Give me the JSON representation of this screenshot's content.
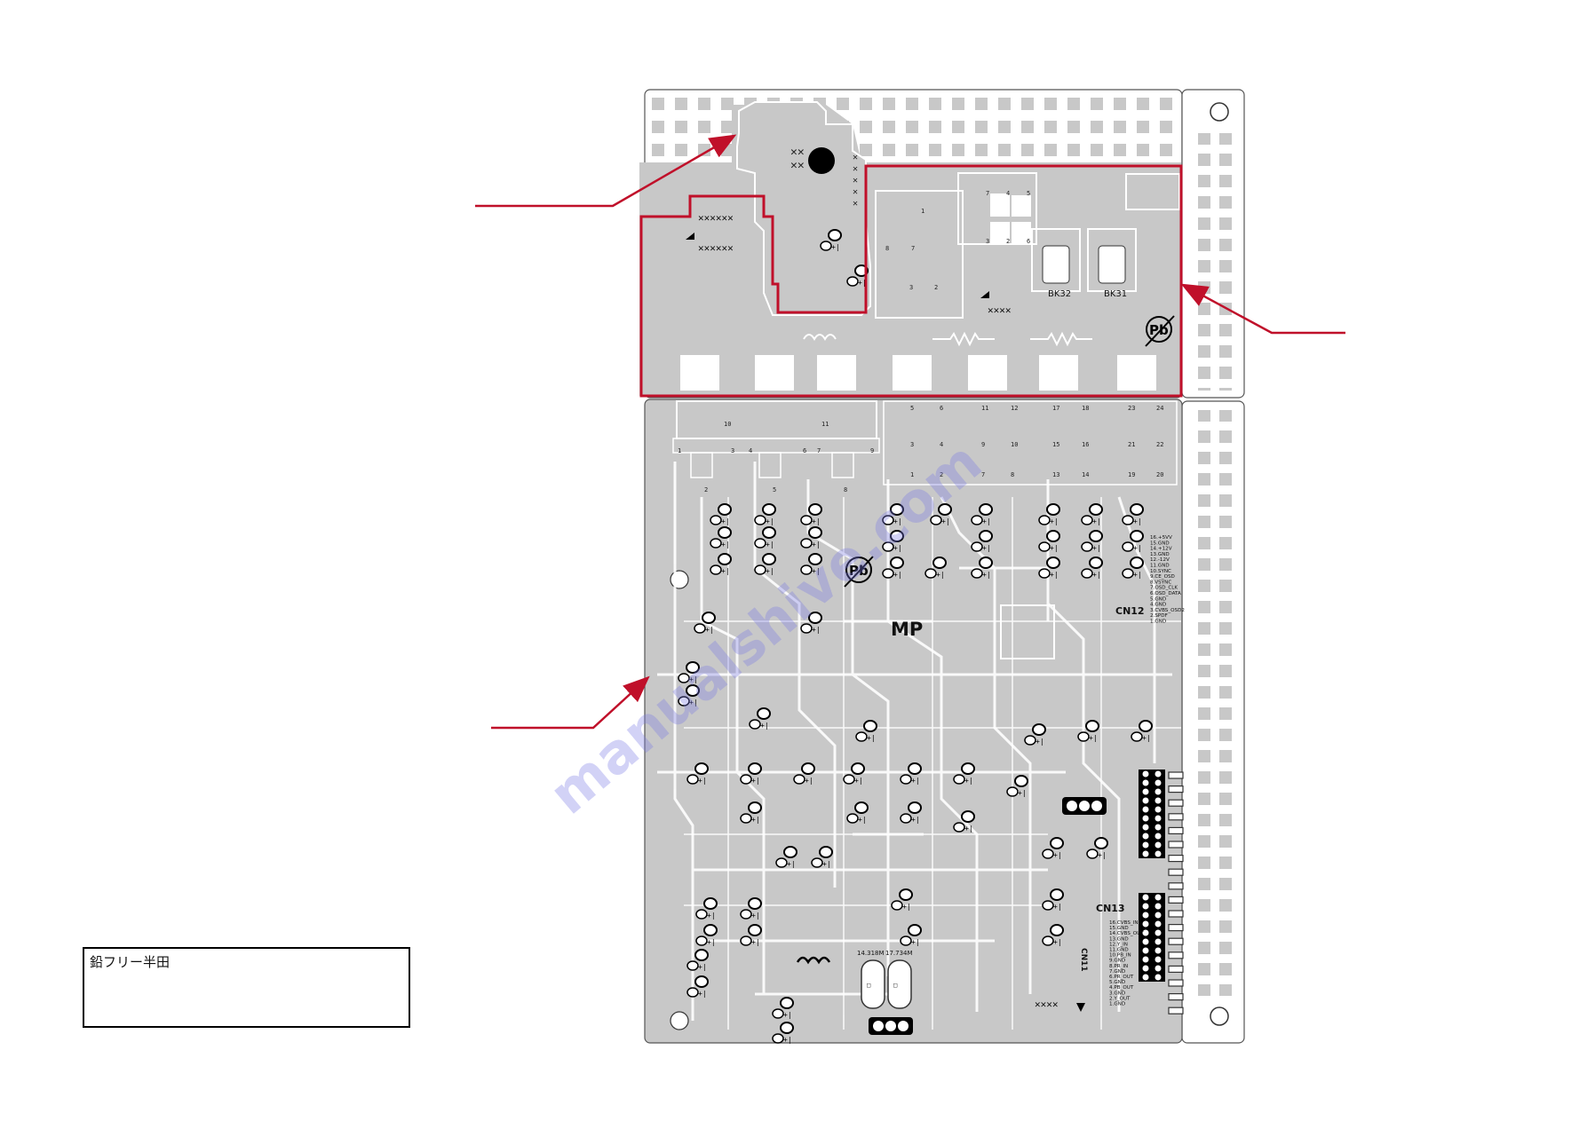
{
  "note_box": {
    "text": "鉛フリー半田"
  },
  "board": {
    "labels": {
      "bk32": "BK32",
      "bk31": "BK31",
      "mp": "MP",
      "cn12": "CN12",
      "cn13": "CN13",
      "cn11": "CN11",
      "xtal1": "14.318M",
      "xtal2": "17.734M"
    },
    "pb_mark": "Pb",
    "cn12_pins": [
      "16.+5VV",
      "15.GND",
      "14.+12V",
      "13.GND",
      "12.-12V",
      "11.GND",
      "10.SYNC",
      "9.CE_OSD",
      "8.VSYNC",
      "7.OSD_CLK",
      "6.OSD_DATA",
      "5.GND",
      "4.GND",
      "3.CVBS_OSD2",
      "2.SPDF",
      "1.GND"
    ],
    "cn13_pins": [
      "16.CVBS_IN",
      "15.GND",
      "14.CVBS_OUT",
      "13.GND",
      "12.Y_IN",
      "11.GND",
      "10.PB_IN",
      "9.GND",
      "8.PR_IN",
      "7.GND",
      "6.PR_OUT",
      "5.GND",
      "4.PB_OUT",
      "3.GND",
      "2.Y_OUT",
      "1.GND"
    ],
    "connector_numbers": {
      "top": [
        "10",
        "11"
      ],
      "row": [
        "1",
        "2",
        "3",
        "4",
        "5",
        "6",
        "7",
        "8",
        "9"
      ],
      "grid_top": [
        "5",
        "6",
        "11",
        "12",
        "17",
        "18",
        "23",
        "24"
      ],
      "grid_mid": [
        "3",
        "4",
        "9",
        "10",
        "15",
        "16",
        "21",
        "22"
      ],
      "grid_bot": [
        "1",
        "2",
        "7",
        "8",
        "13",
        "14",
        "19",
        "20"
      ]
    }
  },
  "watermark": "manualshive.com",
  "colors": {
    "highlight": "#c0102a",
    "board": "#c8c8c8",
    "trace": "#ffffff"
  }
}
